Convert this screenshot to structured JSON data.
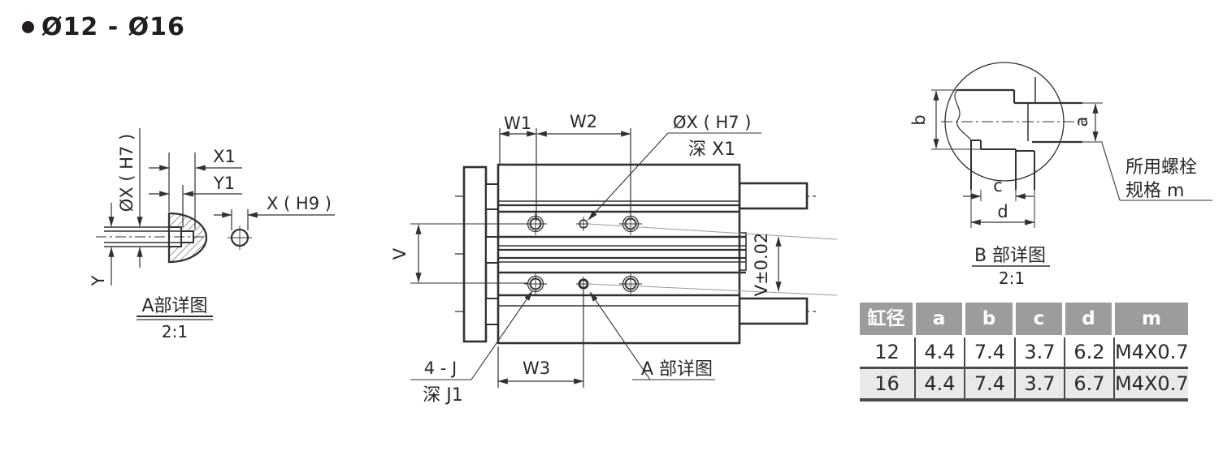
{
  "page": {
    "title": "Ø12 - Ø16"
  },
  "detail_a": {
    "bore_label": "ØX ( H7 )",
    "x1": "X1",
    "y1": "Y1",
    "x_h9": "X ( H9 )",
    "y": "Y",
    "caption": "A部详图",
    "scale": "2:1"
  },
  "main_view": {
    "w1": "W1",
    "w2": "W2",
    "w3": "W3",
    "hole_label": "ØX ( H7 )",
    "hole_depth": "深 X1",
    "v": "V",
    "v_tol": "V±0.02",
    "corner_holes": "4 - J",
    "corner_depth": "深 J1",
    "detail_ref": "A 部详图"
  },
  "detail_b": {
    "a": "a",
    "b": "b",
    "c": "c",
    "d": "d",
    "bolt_note_1": "所用螺栓",
    "bolt_note_2": "规格 m",
    "caption": "B 部详图",
    "scale": "2:1"
  },
  "table": {
    "headers": [
      "缸径",
      "a",
      "b",
      "c",
      "d",
      "m"
    ],
    "rows": [
      [
        "12",
        "4.4",
        "7.4",
        "3.7",
        "6.2",
        "M4X0.7"
      ],
      [
        "16",
        "4.4",
        "7.4",
        "3.7",
        "6.7",
        "M4X0.7"
      ]
    ]
  },
  "colors": {
    "line": "#34302e",
    "leader": "#9a9a9a",
    "table_header_bg": "#9c9c9c",
    "table_alt_row_bg": "#e9e9e9",
    "table_rule": "#4b4b4b"
  }
}
